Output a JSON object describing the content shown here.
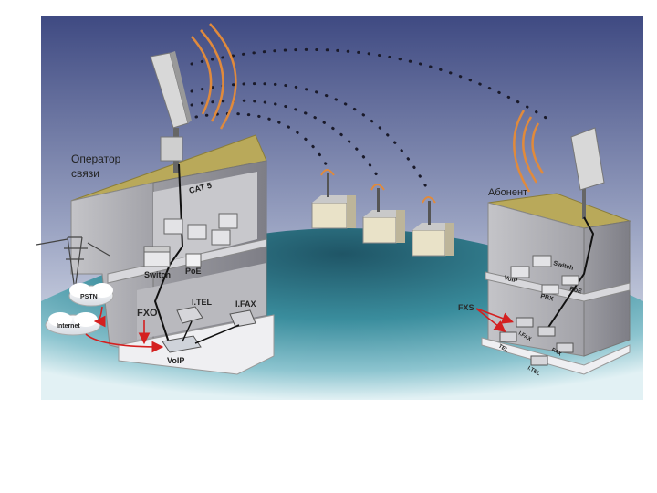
{
  "operator": {
    "title_line1": "Оператор",
    "title_line2": "связи",
    "cable_label": "CAT 5",
    "switch_label": "Switch",
    "poe_label": "PoE",
    "fxo_label": "FXO",
    "itel_label": "I.TEL",
    "ifax_label": "I.FAX",
    "voip_label": "VoIP"
  },
  "clouds": {
    "pstn": "PSTN",
    "internet": "Internet"
  },
  "subscriber": {
    "title": "Абонент",
    "switch_label": "Switch",
    "voip_label": "VoIP",
    "pbx_label": "PBX",
    "poe_label": "PoE",
    "fxs_label": "FXS",
    "tel_label": "TEL",
    "ifax_label": "I.FAX",
    "fax_label": "FAX",
    "itel_label": "I.TEL"
  },
  "colors": {
    "sky_top": "#4f5b8f",
    "sky_bottom": "#e8ecf2",
    "ground": "#3f8fa0",
    "roof": "#b9a95a",
    "wall": "#a9a9ad",
    "wave": "#e08a3c",
    "arrow": "#d42020"
  }
}
